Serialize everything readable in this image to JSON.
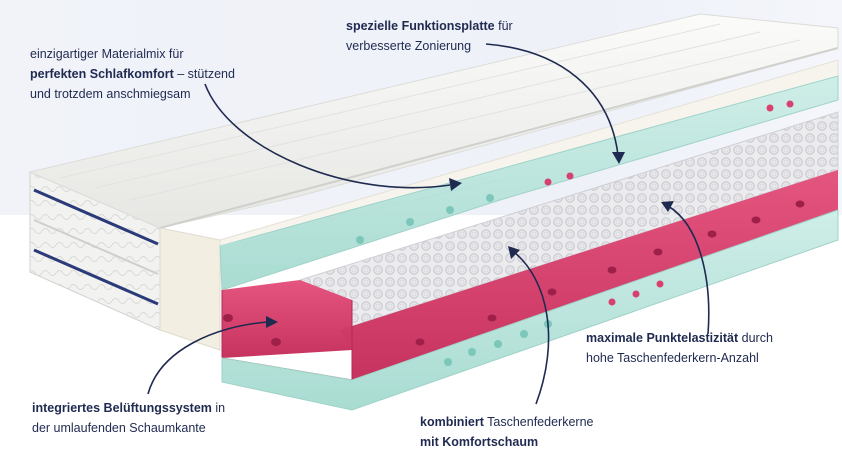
{
  "callouts": {
    "material_mix": {
      "line1": "einzigartiger Materialmix für",
      "line2_bold": "perfekten Schlafkomfort",
      "line2_rest": " – stützend",
      "line3": "und trotzdem anschmiegsam"
    },
    "function_plate": {
      "line1_bold": "spezielle Funktionsplatte",
      "line1_rest": " für",
      "line2": "verbesserte Zonierung"
    },
    "point_elasticity": {
      "line1_bold": "maximale Punktelastizität",
      "line1_rest": " durch",
      "line2": "hohe Taschenfederkern-Anzahl"
    },
    "ventilation": {
      "line1_bold": "integriertes Belüftungssystem",
      "line1_rest": " in",
      "line2": "der umlaufenden Schaumkante"
    },
    "combined": {
      "line1_bold": "kombiniert",
      "line1_rest": " Taschenfederkerne",
      "line2_bold": "mit Komfortschaum"
    }
  },
  "colors": {
    "text": "#1f2a50",
    "arrow": "#1f2a50",
    "background_panel": "#f1f3f9",
    "cover": "#f4f4f2",
    "mint_foam": "#bfe6df",
    "pink_foam": "#d8406e",
    "springs": "#e9e9ec"
  }
}
